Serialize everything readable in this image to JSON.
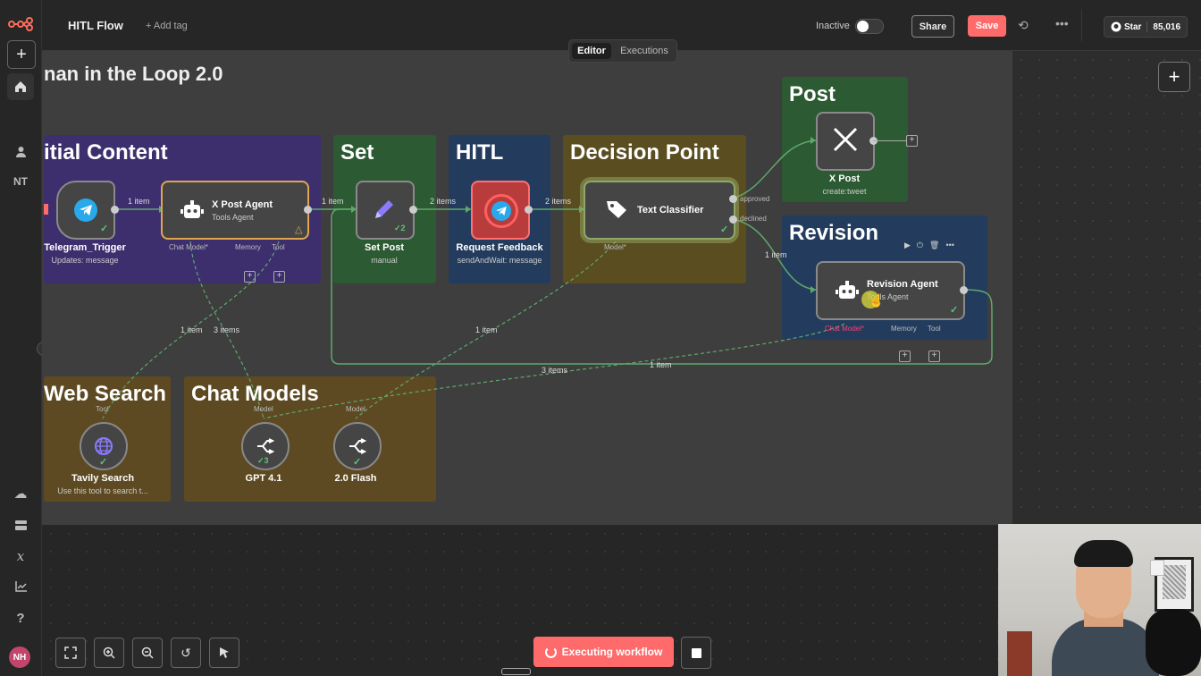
{
  "topbar": {
    "workflow_name": "HITL Flow",
    "add_tag": "+ Add tag",
    "status_label": "Inactive",
    "share_label": "Share",
    "save_label": "Save",
    "star_label": "Star",
    "star_count": "85,016"
  },
  "tabs": [
    {
      "label": "Editor",
      "active": true
    },
    {
      "label": "Executions",
      "active": false
    }
  ],
  "sidebar": {
    "initials": "NT",
    "avatar": "NH"
  },
  "canvas": {
    "heading": "nan in the Loop 2.0",
    "stickies": {
      "initial": "itial Content",
      "set": "Set",
      "hitl": "HITL",
      "decision": "Decision Point",
      "post": "Post",
      "revision": "Revision",
      "web_search": "Web Search",
      "chat_models": "Chat Models"
    },
    "nodes": {
      "telegram": {
        "label": "Telegram_Trigger",
        "sub": "Updates: message"
      },
      "xpost_agent": {
        "label": "X Post Agent",
        "sub": "Tools Agent",
        "chat_model": "Chat Model*",
        "memory": "Memory",
        "tool": "Tool"
      },
      "set_post": {
        "label": "Set Post",
        "sub": "manual",
        "badge": "2"
      },
      "request_feedback": {
        "label": "Request Feedback",
        "sub": "sendAndWait: message"
      },
      "text_classifier": {
        "label": "Text Classifier",
        "model": "Model*",
        "approved": "approved",
        "declined": "declined"
      },
      "x_post": {
        "label": "X Post",
        "sub": "create:tweet"
      },
      "revision_agent": {
        "label": "Revision Agent",
        "sub": "Tools Agent",
        "chat_model": "Chat Model*",
        "memory": "Memory",
        "tool": "Tool"
      },
      "tavily": {
        "label": "Tavily Search",
        "sub": "Use this tool to search t...",
        "port": "Tool"
      },
      "gpt41": {
        "label": "GPT 4.1",
        "port": "Model",
        "badge": "3"
      },
      "flash": {
        "label": "2.0 Flash",
        "port": "Model"
      }
    },
    "edges": {
      "e1": "1 item",
      "e2": "1 item",
      "e3": "2 items",
      "e4": "2 items",
      "e5": "1 item",
      "e6": "1 item",
      "e7": "3 items",
      "e8": "1 item",
      "e9": "1 item",
      "e10": "3 items"
    }
  },
  "bottom": {
    "executing_label": "Executing workflow"
  },
  "colors": {
    "save": "#ff6b6b",
    "sticky_purple": "#3d2f6e",
    "sticky_green": "#2c5a32",
    "sticky_blue": "#233c5e",
    "sticky_olive": "#5a4d20",
    "sticky_brown": "#5e4a22",
    "edge_green": "#5fa86c"
  }
}
